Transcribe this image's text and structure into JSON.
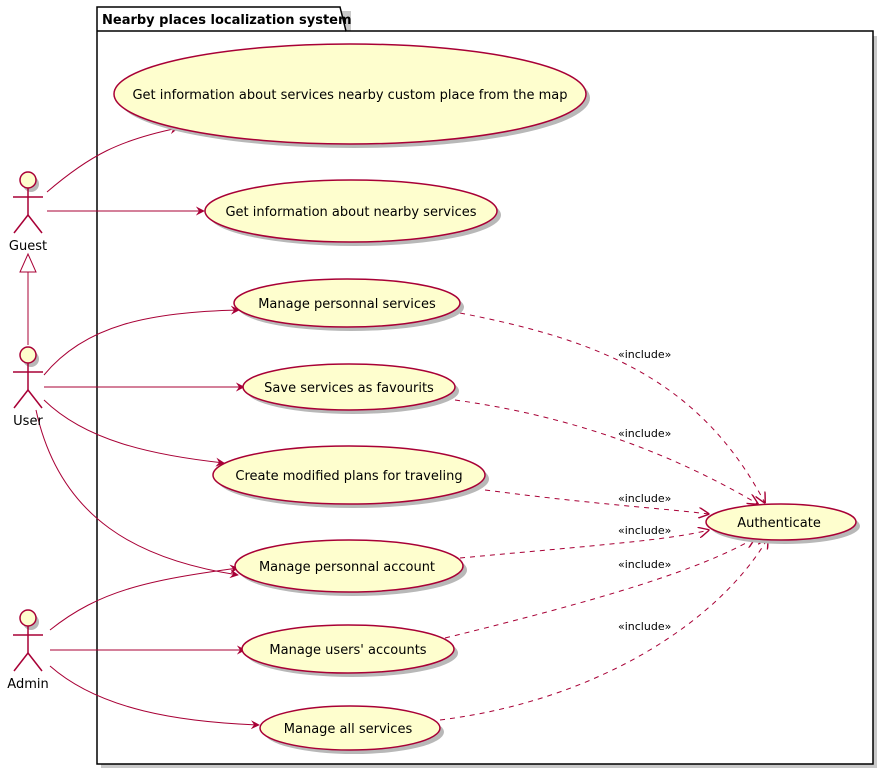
{
  "package": {
    "title": "Nearby places localization system"
  },
  "actors": {
    "guest": "Guest",
    "user": "User",
    "admin": "Admin"
  },
  "usecases": {
    "custom_place": "Get information about services nearby custom place from the map",
    "nearby": "Get information about nearby services",
    "personnal_services": "Manage personnal services",
    "favourits": "Save services as favourits",
    "plans": "Create modified plans for traveling",
    "personnal_account": "Manage personnal account",
    "users_accounts": "Manage users' accounts",
    "all_services": "Manage all services",
    "authenticate": "Authenticate"
  },
  "relations": {
    "include_label": "«include»"
  },
  "colors": {
    "fill": "#FEFECE",
    "stroke": "#A80036",
    "text": "#000000",
    "shadow": "#b8b8b8"
  }
}
